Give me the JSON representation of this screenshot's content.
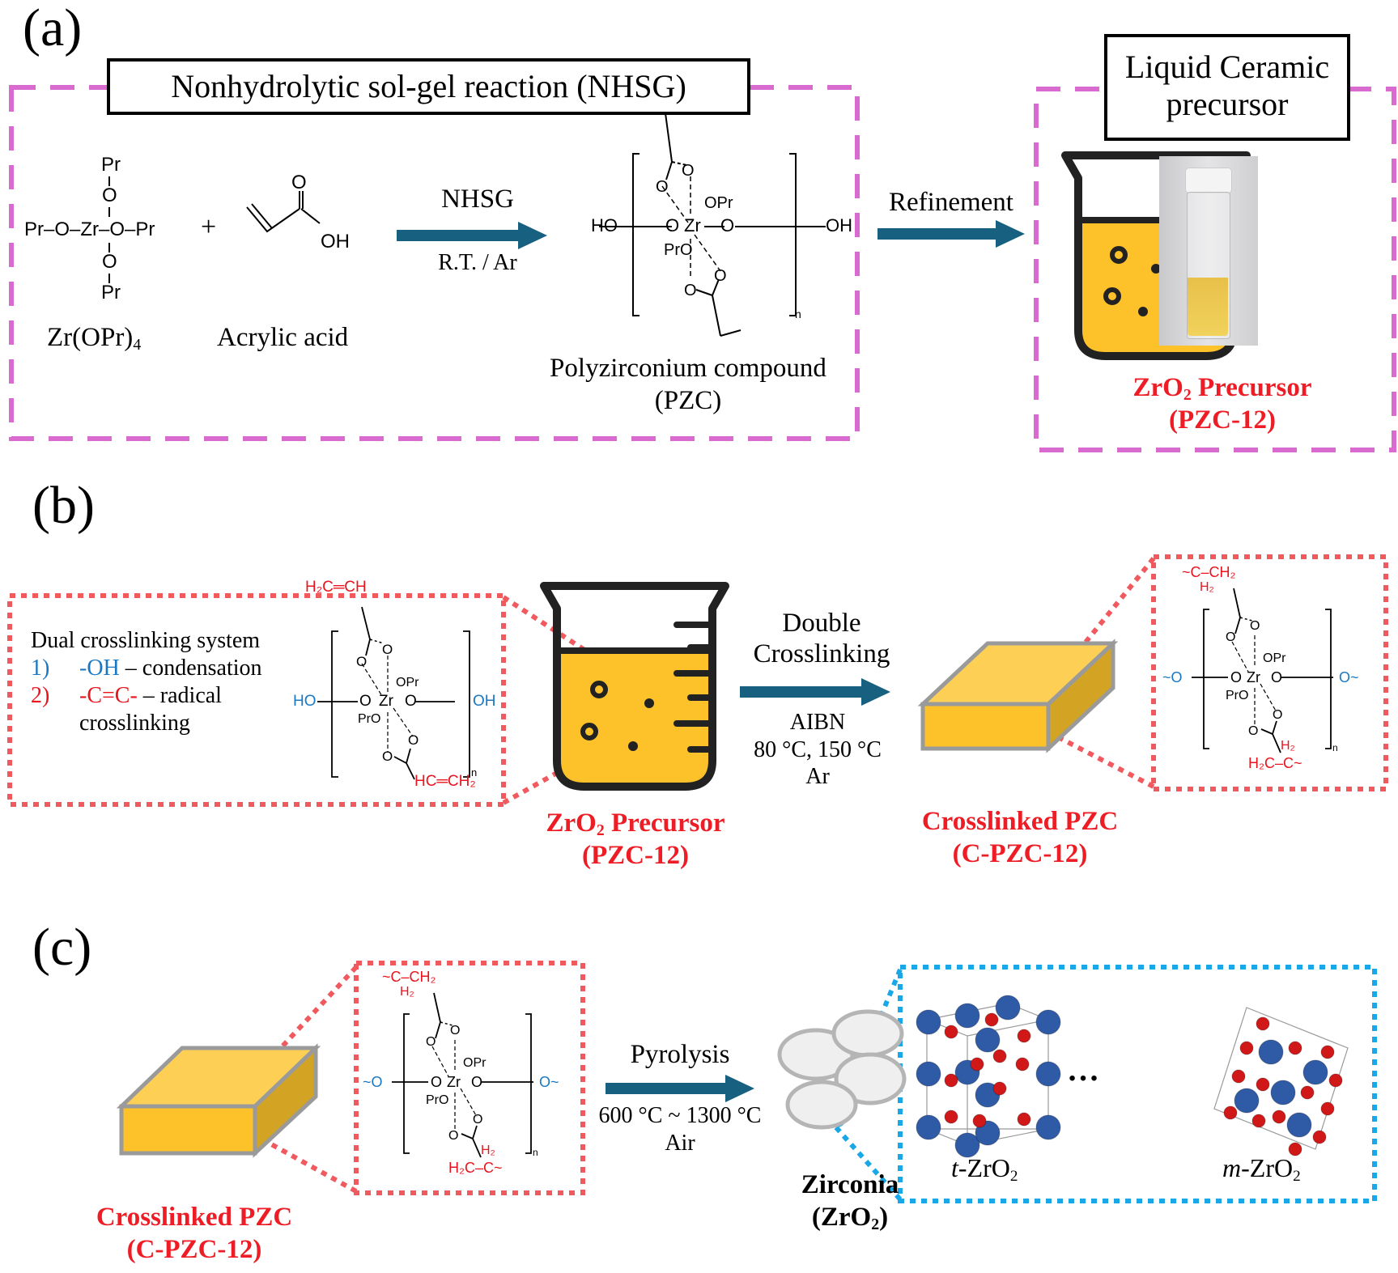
{
  "colors": {
    "panel_a_border": "#d86ad0",
    "zoom_red": "#f05a5f",
    "zoom_blue": "#1aa7e8",
    "arrow": "#17607f",
    "liquid": "#fdc229",
    "highlight_red": "#ee1c24",
    "highlight_blue": "#1a78c2",
    "zr_atom": "#2f5aa5",
    "o_atom": "#d01818"
  },
  "panel_a": {
    "label": "(a)",
    "title": "Nonhydrolytic sol-gel reaction (NHSG)",
    "reactant1": {
      "formula_main": "Zr(OPr)",
      "formula_sub": "4",
      "substituent": "Pr",
      "oxygen": "O",
      "center": "Zr"
    },
    "plus": "+",
    "reactant2": {
      "name": "Acrylic acid",
      "o": "O",
      "oh": "OH"
    },
    "arrow1": {
      "top": "NHSG",
      "bottom": "R.T. / Ar"
    },
    "product": {
      "name_line1": "Polyzirconium compound",
      "name_line2": "(PZC)",
      "ho": "HO",
      "oh": "OH",
      "opr": "OPr",
      "pro": "PrO",
      "zr": "Zr",
      "o": "O",
      "n": "n"
    },
    "arrow2": {
      "top": "Refinement"
    },
    "right_box": {
      "title_line1": "Liquid Ceramic",
      "title_line2": "precursor",
      "caption_main": "ZrO",
      "caption_sub": "2",
      "caption_rest": " Precursor",
      "caption_line2": "(PZC-12)"
    }
  },
  "panel_b": {
    "label": "(b)",
    "inset": {
      "heading": "Dual crosslinking system",
      "item1_num": "1)",
      "item1_group": "-OH",
      "item1_text": " – condensation",
      "item2_num": "2)",
      "item2_group": "-C=C-",
      "item2_text": " – radical",
      "item2_text2": "crosslinking",
      "vinyl_top": "H₂C═CH",
      "vinyl_bottom": "HC═CH₂",
      "ho": "HO",
      "oh": "OH",
      "opr": "OPr",
      "pro": "PrO",
      "zr": "Zr",
      "o": "O",
      "n": "n"
    },
    "beaker_caption_main": "ZrO",
    "beaker_caption_sub": "2",
    "beaker_caption_rest": " Precursor",
    "beaker_caption_line2": "(PZC-12)",
    "arrow": {
      "top1": "Double",
      "top2": "Crosslinking",
      "bottom1": "AIBN",
      "bottom2": "80 °C, 150 °C",
      "bottom3": "Ar"
    },
    "product_caption_line1": "Crosslinked PZC",
    "product_caption_line2": "(C-PZC-12)",
    "inset2": {
      "top_chain": "~C–CH₂",
      "top_h2": "H₂",
      "bottom_chain": "H₂C–C~",
      "bottom_h2": "H₂",
      "o_link": "O",
      "opr": "OPr",
      "pro": "PrO",
      "zr": "Zr",
      "o": "O",
      "n": "n"
    }
  },
  "panel_c": {
    "label": "(c)",
    "start_caption_line1": "Crosslinked PZC",
    "start_caption_line2": "(C-PZC-12)",
    "inset": {
      "top_chain": "~C–CH₂",
      "top_h2": "H₂",
      "bottom_chain": "H₂C–C~",
      "bottom_h2": "H₂",
      "o_link": "O",
      "opr": "OPr",
      "pro": "PrO",
      "zr": "Zr",
      "o": "O",
      "n": "n"
    },
    "arrow": {
      "top": "Pyrolysis",
      "bottom1": "600 °C ~ 1300 °C",
      "bottom2": "Air"
    },
    "zirconia_caption_line1": "Zirconia",
    "zirconia_caption_line2_main": "(ZrO",
    "zirconia_caption_line2_sub": "2",
    "zirconia_caption_line2_end": ")",
    "phases": [
      {
        "prefix": "t",
        "formula": "-ZrO",
        "sub": "2"
      },
      {
        "prefix": "m",
        "formula": "-ZrO",
        "sub": "2"
      }
    ],
    "ellipsis": "…"
  }
}
